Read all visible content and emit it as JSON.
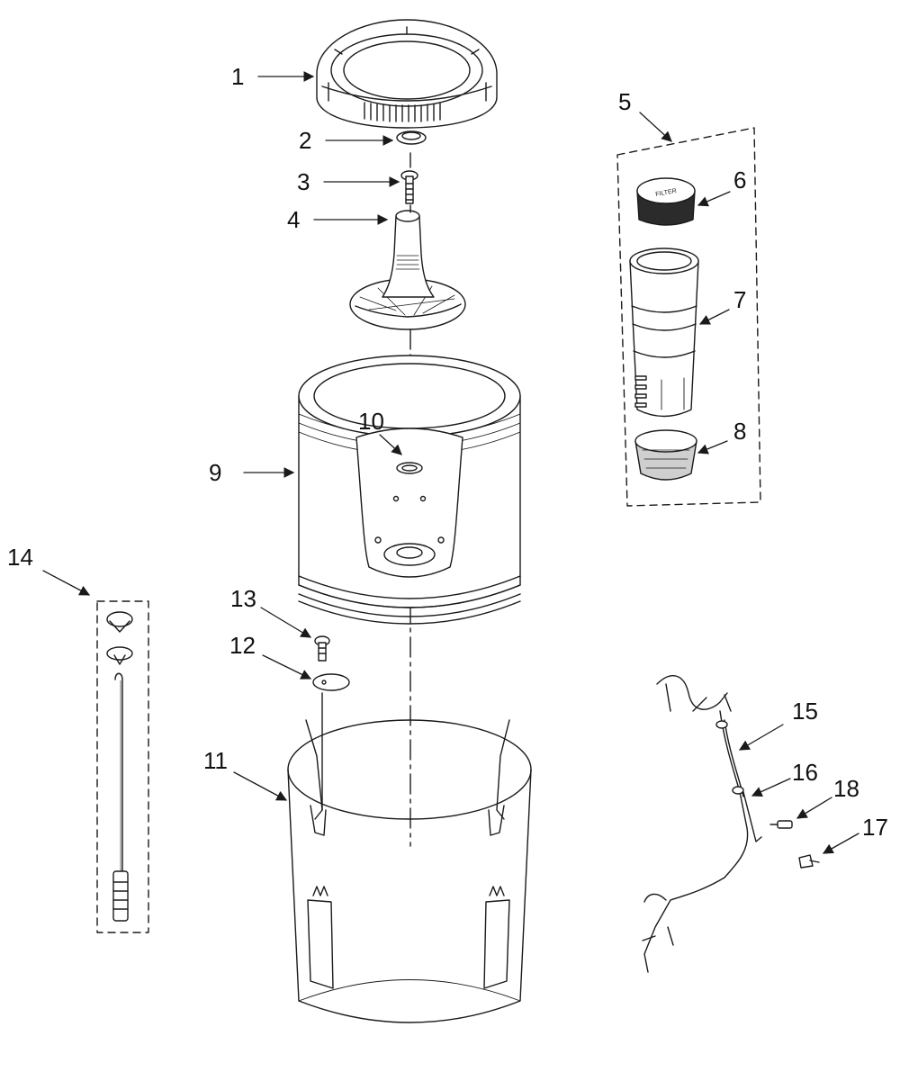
{
  "colors": {
    "line": "#1a1a1a",
    "fill": "#ffffff",
    "shade": "#cfcfcf",
    "dark": "#2b2b2b"
  },
  "callouts": [
    {
      "label": "1",
      "target": "outer-tub-ring"
    },
    {
      "label": "2",
      "target": "cap"
    },
    {
      "label": "3",
      "target": "bolt"
    },
    {
      "label": "4",
      "target": "impeller"
    },
    {
      "label": "5",
      "target": "filter-assembly"
    },
    {
      "label": "6",
      "target": "filter-cap"
    },
    {
      "label": "7",
      "target": "filter-housing"
    },
    {
      "label": "8",
      "target": "filter-basket"
    },
    {
      "label": "9",
      "target": "basket"
    },
    {
      "label": "10",
      "target": "hub-seal"
    },
    {
      "label": "11",
      "target": "outer-tub"
    },
    {
      "label": "12",
      "target": "washer"
    },
    {
      "label": "13",
      "target": "screw"
    },
    {
      "label": "14",
      "target": "suspension-rod-kit"
    },
    {
      "label": "15",
      "target": "wire-harness"
    },
    {
      "label": "16",
      "target": "hose"
    },
    {
      "label": "17",
      "target": "clip"
    },
    {
      "label": "18",
      "target": "connector"
    }
  ],
  "filter_cap_text": "FILTER"
}
